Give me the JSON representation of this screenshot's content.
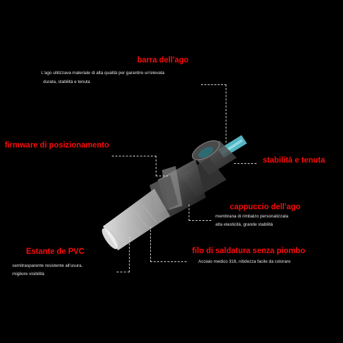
{
  "labels": {
    "barra": {
      "title": "barra dell'ago",
      "desc": [
        "L'ago utilizzava materiale di alta qualità per garantire un'elevata",
        "durata, stabilità e tenuta"
      ]
    },
    "firmware": {
      "title": "firmware di posizionamento"
    },
    "stabilita": {
      "title": "stabilità e tenuta"
    },
    "cappuccio": {
      "title": "cappuccio dell'ago",
      "desc": [
        "membrana di rimbalzo personalizzata",
        "alta elasticità, grande stabilità"
      ]
    },
    "estante": {
      "title": "Estante de PVC",
      "desc": [
        "semitrasparente resistente all'usura.",
        "migliore visibilità"
      ]
    },
    "filo": {
      "title": "filo di saldatura senza piombo",
      "desc": [
        "Acciaio medico 316, nitidezza facile da colorare"
      ]
    }
  },
  "colors": {
    "background": "#000000",
    "title": "#ff0a0a",
    "desc": "#e6e6e6",
    "leader": "#d0d0d0",
    "needle": "#5fc8d6"
  }
}
